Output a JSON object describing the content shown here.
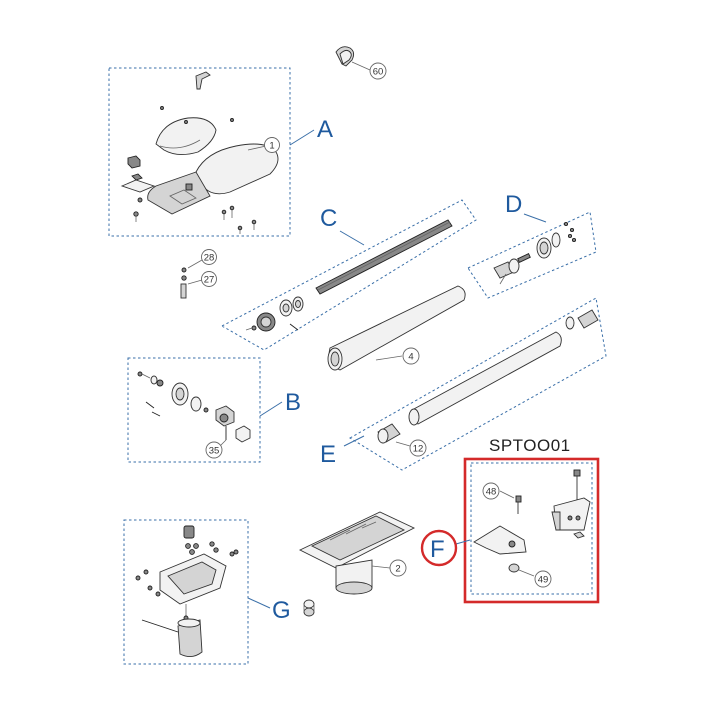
{
  "groups": [
    {
      "id": "A",
      "label": "A"
    },
    {
      "id": "B",
      "label": "B"
    },
    {
      "id": "C",
      "label": "C"
    },
    {
      "id": "D",
      "label": "D"
    },
    {
      "id": "E",
      "label": "E"
    },
    {
      "id": "F",
      "label": "F"
    },
    {
      "id": "G",
      "label": "G"
    }
  ],
  "parts": {
    "p1": "1",
    "p2": "2",
    "p4": "4",
    "p12": "12",
    "p27": "27",
    "p28": "28",
    "p35": "35",
    "p48": "48",
    "p49": "49",
    "p60": "60"
  },
  "kit": {
    "code": "SPTOO01",
    "highlight_color": "#d42a2a"
  },
  "colors": {
    "group_box": "#3a6fa8",
    "group_letter": "#1f5a9e"
  }
}
